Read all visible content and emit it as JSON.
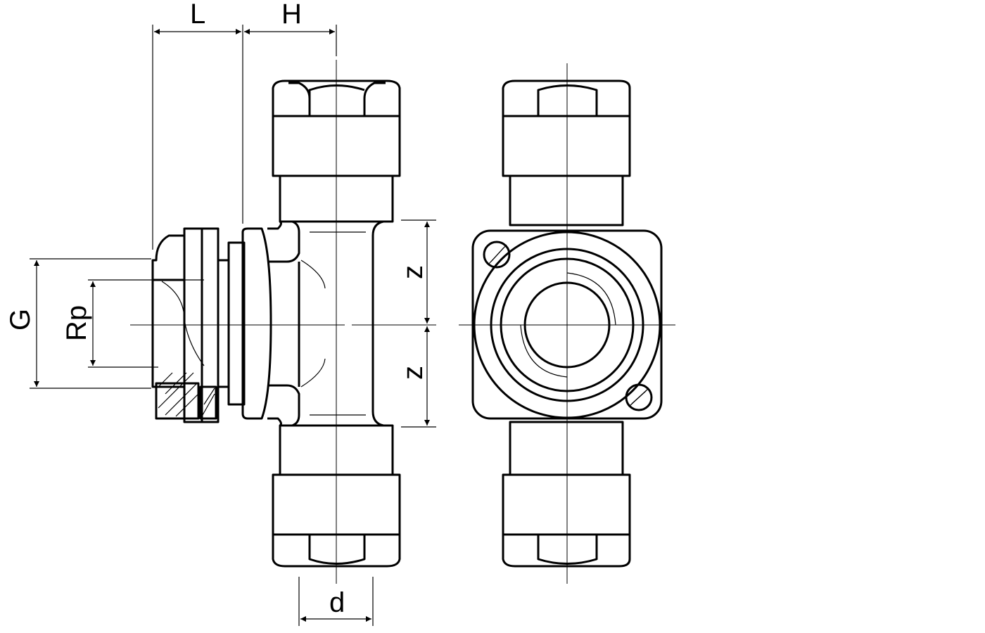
{
  "drawing": {
    "labels": {
      "L": "L",
      "H": "H",
      "G": "G",
      "Rp": "Rp",
      "z_top": "z",
      "z_bottom": "z",
      "d": "d"
    }
  }
}
